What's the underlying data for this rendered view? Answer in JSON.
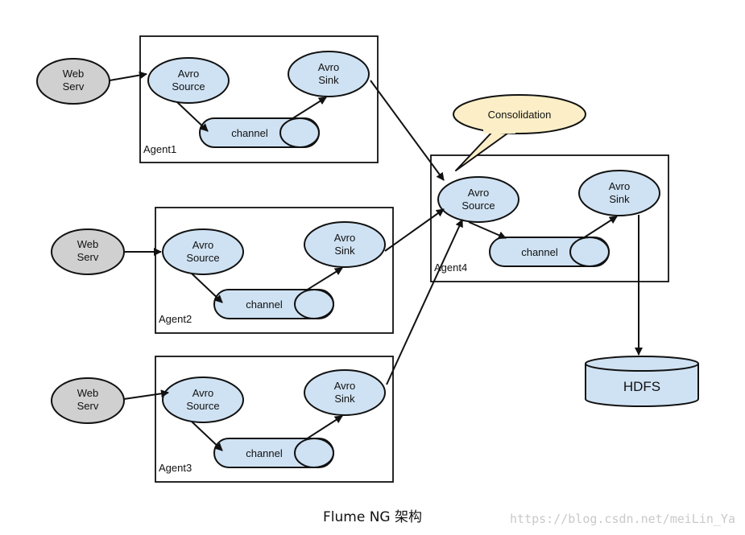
{
  "diagram": {
    "web_label": [
      "Web",
      "Serv"
    ],
    "source_label": [
      "Avro",
      "Source"
    ],
    "sink_label": [
      "Avro",
      "Sink"
    ],
    "channel_label": "channel",
    "agents": [
      "Agent1",
      "Agent2",
      "Agent3",
      "Agent4"
    ],
    "callout": "Consolidation",
    "hdfs": "HDFS"
  },
  "caption": "Flume NG 架构",
  "watermark": "https://blog.csdn.net/meiLin_Ya",
  "colors": {
    "node_fill": "#cfe2f3",
    "web_fill": "#d0d0d0",
    "callout_fill": "#fcefc7",
    "stroke": "#111111"
  }
}
